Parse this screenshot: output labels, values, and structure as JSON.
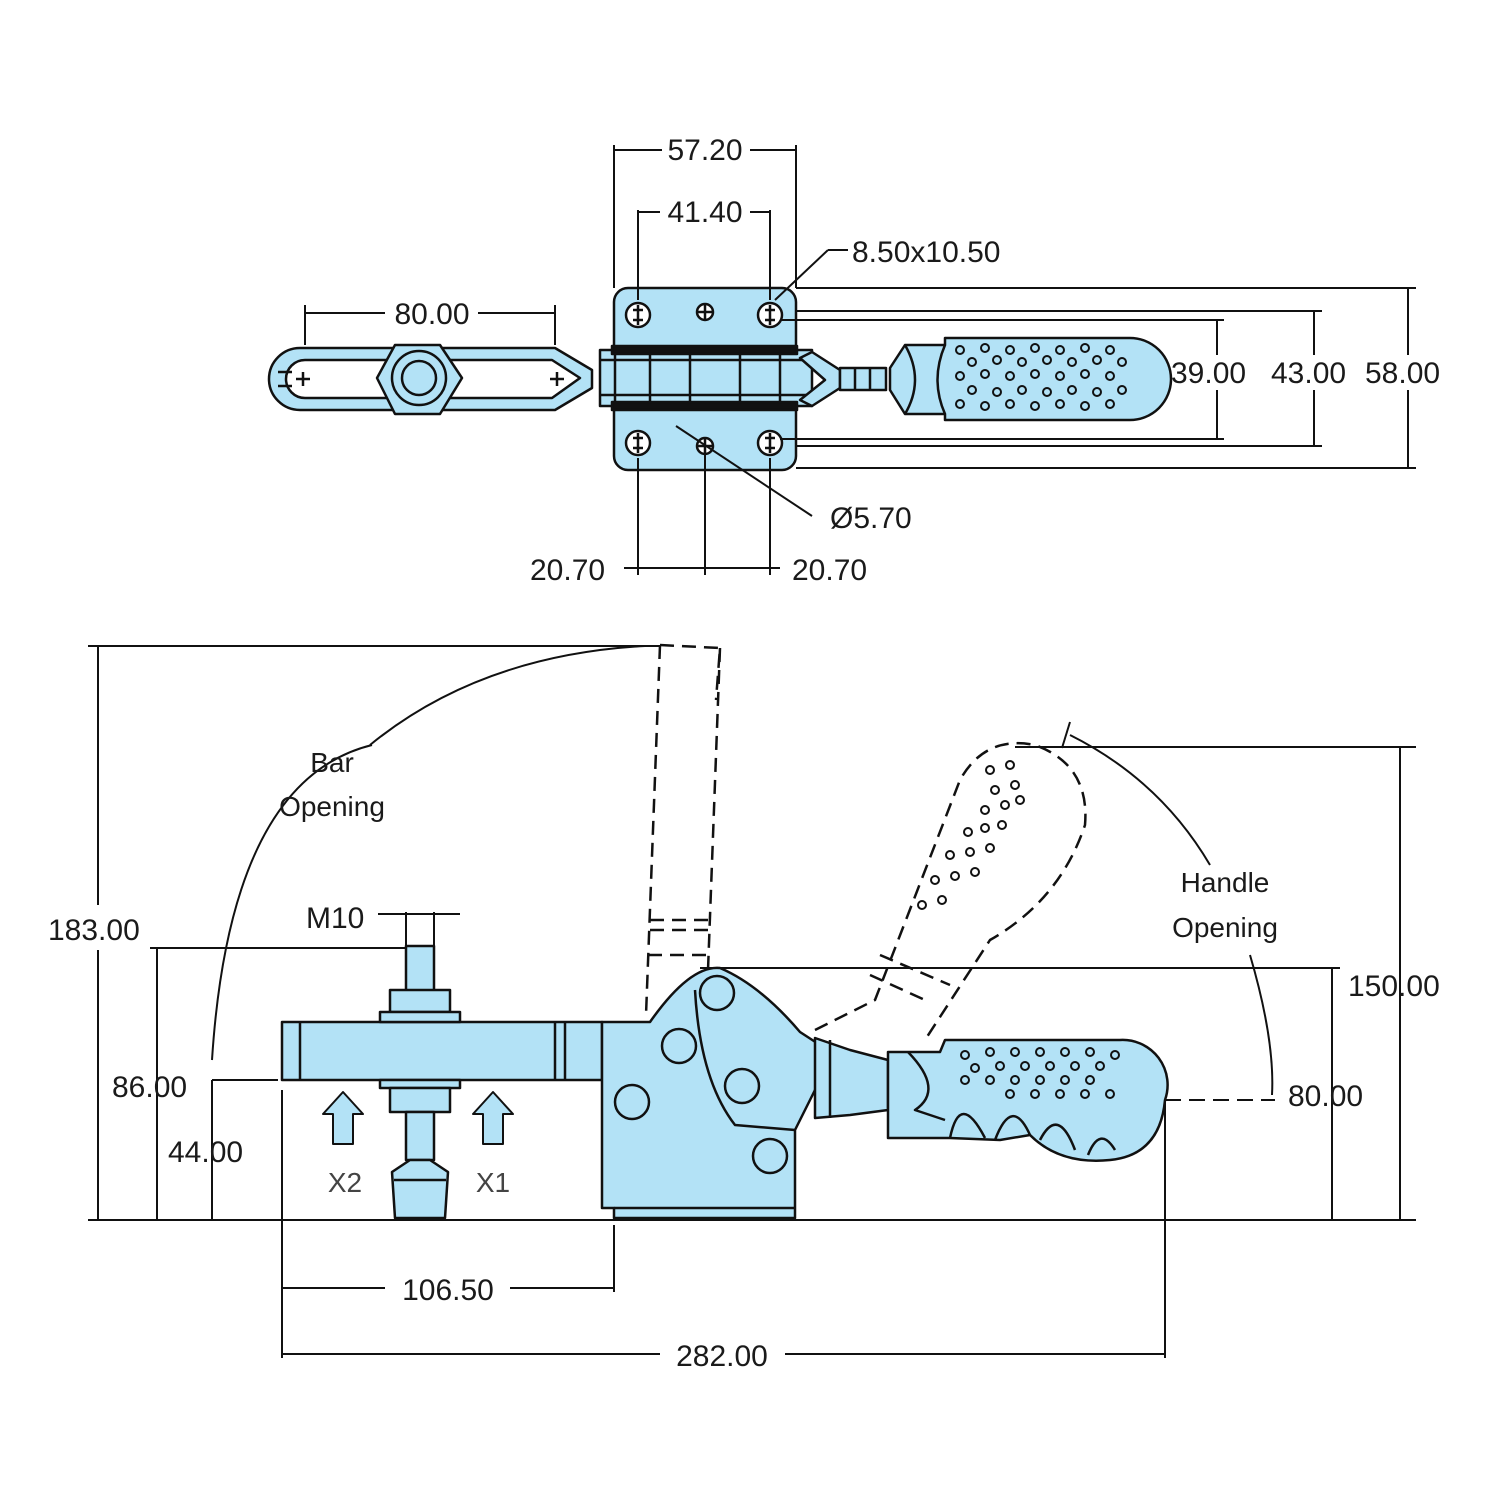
{
  "colors": {
    "part_fill": "#b3e2f6",
    "line": "#111111",
    "arrow_fill": "#b3e2f6"
  },
  "top_view": {
    "dims": {
      "width_overall": "57.20",
      "hole_spacing_x": "41.40",
      "slot": "8.50x10.50",
      "bar_slot": "80.00",
      "hole_dia": "Ø5.70",
      "hole_offset_left": "20.70",
      "hole_offset_right": "20.70",
      "height_39": "39.00",
      "height_43": "43.00",
      "height_58": "58.00"
    }
  },
  "side_view": {
    "dims": {
      "total_height": "183.00",
      "spindle_height": "86.00",
      "bar_height": "44.00",
      "thread": "M10",
      "handle_opening_height": "150.00",
      "handle_height": "80.00",
      "base_to_bar": "106.50",
      "overall_length": "282.00"
    },
    "labels": {
      "bar_opening_1": "Bar",
      "bar_opening_2": "Opening",
      "handle_opening_1": "Handle",
      "handle_opening_2": "Opening",
      "force_x2": "X2",
      "force_x1": "X1"
    }
  }
}
